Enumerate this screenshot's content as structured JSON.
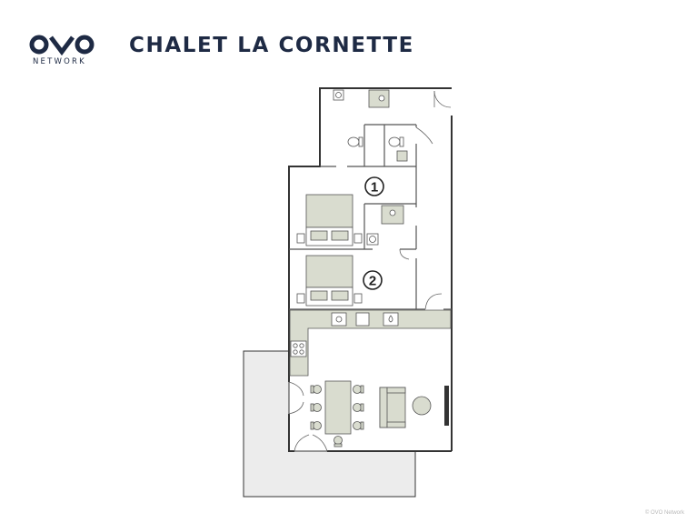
{
  "header": {
    "title": "CHALET LA CORNETTE",
    "logo_text": "NETWORK"
  },
  "floorplan": {
    "room_labels": [
      "1",
      "2"
    ],
    "colors": {
      "wall": "#333333",
      "fixture_fill": "#d9dccf",
      "bed_fill": "#d9dccf",
      "terrace_fill": "#ececec",
      "logo": "#1e2a44"
    }
  },
  "footer": {
    "copyright": "© OVO Network"
  }
}
